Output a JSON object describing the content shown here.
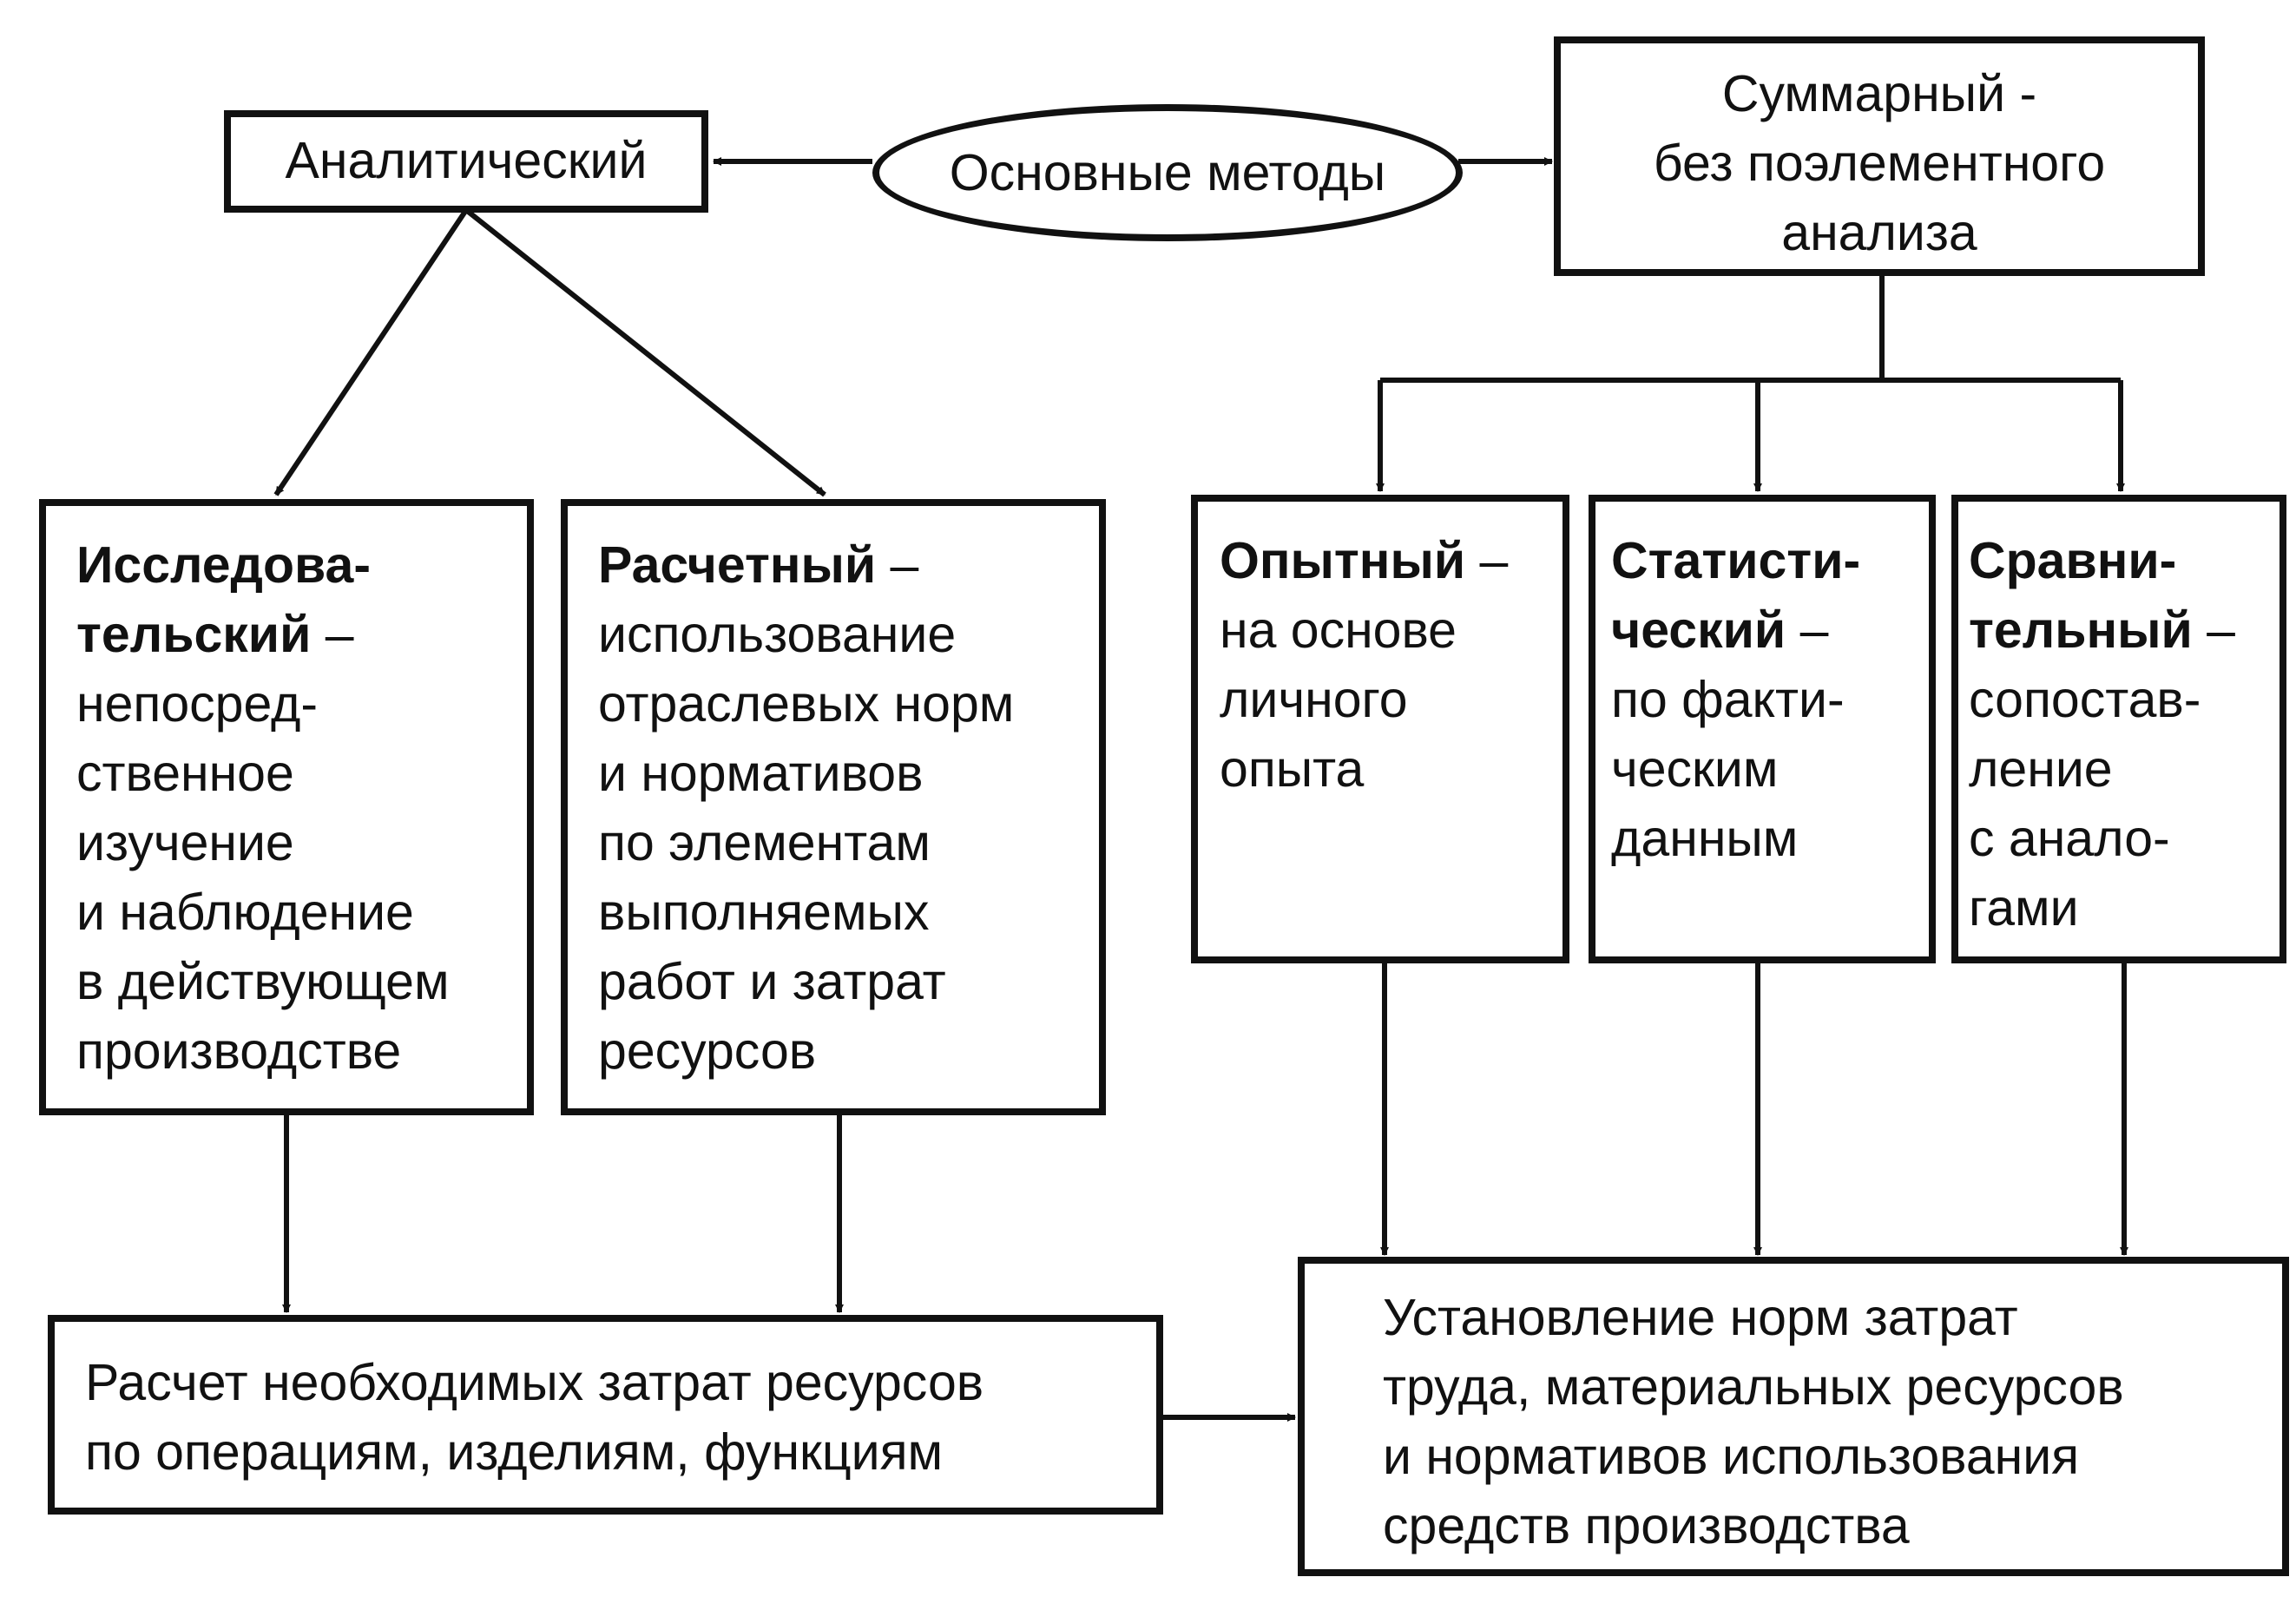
{
  "center": {
    "label": "Основные методы"
  },
  "analytic": {
    "label": "Аналитический"
  },
  "summary": {
    "lines": [
      "Суммарный -",
      "без поэлементного",
      "анализа"
    ]
  },
  "research": {
    "bold": [
      "Исследова-",
      "тельский"
    ],
    "dash": " –",
    "rest": [
      "непосред-",
      "ственное",
      "изучение",
      "и наблюдение",
      "в действующем",
      "производстве"
    ]
  },
  "calc": {
    "bold": "Расчетный",
    "dash": " –",
    "rest": [
      "использование",
      "отраслевых норм",
      "и нормативов",
      "по элементам",
      "выполняемых",
      "работ и затрат",
      "ресурсов"
    ]
  },
  "experimental": {
    "bold": "Опытный",
    "dash": " –",
    "rest": [
      "на основе",
      "личного",
      "опыта"
    ]
  },
  "statistical": {
    "bold": [
      "Статисти-",
      "ческий"
    ],
    "dash": " –",
    "rest": [
      "по факти-",
      "ческим",
      "данным"
    ]
  },
  "comparative": {
    "bold": [
      "Сравни-",
      "тельный"
    ],
    "dash": " –",
    "rest": [
      "сопостав-",
      "ление",
      "с анало-",
      "гами"
    ]
  },
  "calc_result": {
    "lines": [
      "Расчет необходимых затрат ресурсов",
      "по операциям, изделиям, функциям"
    ]
  },
  "norms_result": {
    "lines": [
      "Установление норм затрат",
      "труда, материальных ресурсов",
      "и нормативов использования",
      "средств производства"
    ]
  }
}
